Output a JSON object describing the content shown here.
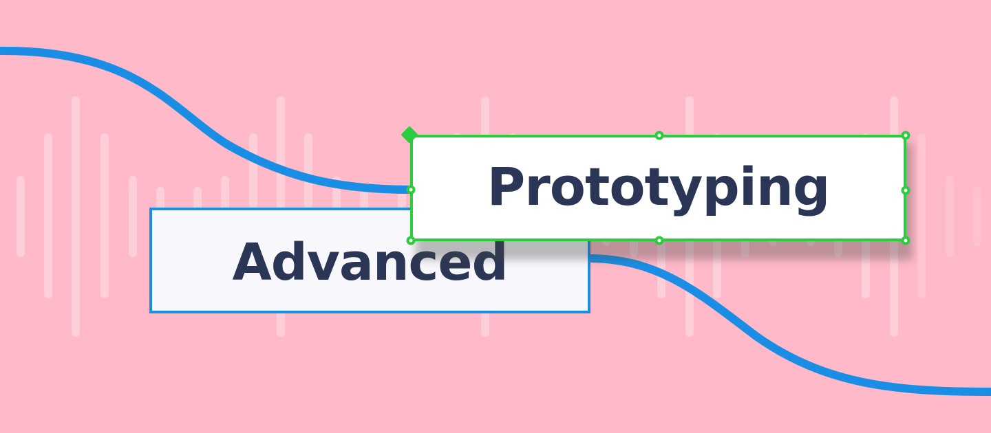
{
  "canvas": {
    "background": "#ffb9c8",
    "bar_color": "rgba(255,255,255,0.32)"
  },
  "connector": {
    "color": "#1a8ee4",
    "stroke_width": 12
  },
  "nodes": {
    "advanced": {
      "label": "Advanced",
      "border_color": "#1a8ee4",
      "fill": "#f8f8fc",
      "text_color": "#2b3656"
    },
    "prototyping": {
      "label": "Prototyping",
      "border_color": "#2bcc3e",
      "fill": "#ffffff",
      "text_color": "#2b3656",
      "selected": true
    }
  },
  "selection": {
    "color": "#2bcc3e",
    "handles": [
      "top-left-rotate",
      "top-middle",
      "top-right",
      "middle-left",
      "middle-right",
      "bottom-left",
      "bottom-middle",
      "bottom-right"
    ]
  }
}
